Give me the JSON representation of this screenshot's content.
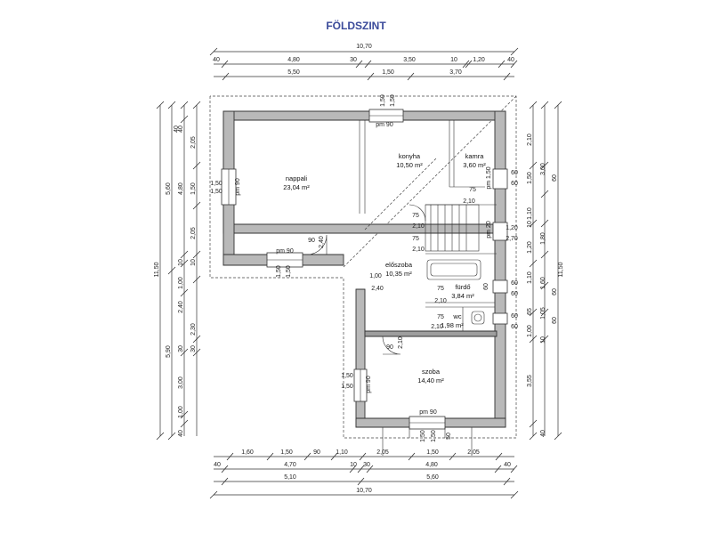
{
  "title": "FÖLDSZINT",
  "colors": {
    "title": "#3a4a9a",
    "wall": "#b9b9b9",
    "line": "#333333"
  },
  "rooms": {
    "nappali": {
      "name": "nappali",
      "area": "23,04 m²"
    },
    "konyha": {
      "name": "konyha",
      "area": "10,50 m²"
    },
    "kamra": {
      "name": "kamra",
      "area": "3,60 m²"
    },
    "eloszoba": {
      "name": "előszoba",
      "area": "10,35 m²"
    },
    "furdo": {
      "name": "fürdő",
      "area": "3,84 m²"
    },
    "wc": {
      "name": "wc",
      "area": "1,98 m²"
    },
    "szoba": {
      "name": "szoba",
      "area": "14,40 m²"
    }
  },
  "top_dims": {
    "row1": [
      "40",
      "4,80",
      "30",
      "3,50",
      "10",
      "1,20",
      "40"
    ],
    "row2": [
      "5,50",
      "1,50",
      "3,70"
    ],
    "total": "10,70"
  },
  "bottom_dims": {
    "row1": [
      "1,60",
      "1,50",
      "90",
      "1,10",
      "2,05",
      "1,50",
      "2,05"
    ],
    "row2": [
      "40",
      "4,70",
      "10",
      "30",
      "4,80",
      "40"
    ],
    "row3": [
      "5,10",
      "5,60"
    ],
    "total": "10,70"
  },
  "left_dims": {
    "total": "11,50",
    "row_a": [
      "5,60",
      "5,90"
    ],
    "row_b": [
      "40",
      "4,80",
      "10",
      "1,00",
      "2,40",
      "30",
      "3,00",
      "1,00",
      "40"
    ],
    "row_c": [
      "2,05",
      "1,50",
      "2,05",
      "10",
      "2,30",
      "30"
    ]
  },
  "right_dims": {
    "total": "11,50",
    "row_a": [
      "2,10",
      "3,00",
      "1,10",
      "1,80",
      "1,60",
      "65",
      "1,05",
      "10",
      "3,55",
      "40"
    ],
    "row_b": [
      "60",
      "1,50",
      "10",
      "1,20",
      "1,10",
      "60",
      "60",
      "1,00"
    ]
  },
  "annotations": {
    "pm90": "pm 90",
    "pm150": "pm 1,50",
    "pm20": "pm 20",
    "d150": "1,50",
    "d90": "90",
    "d240": "2,40",
    "d100": "1,00",
    "d210": "2,10",
    "d75": "75",
    "d60": "60",
    "d120": "1,20",
    "d270": "2,70",
    "d50": "50",
    "d40": "40"
  }
}
